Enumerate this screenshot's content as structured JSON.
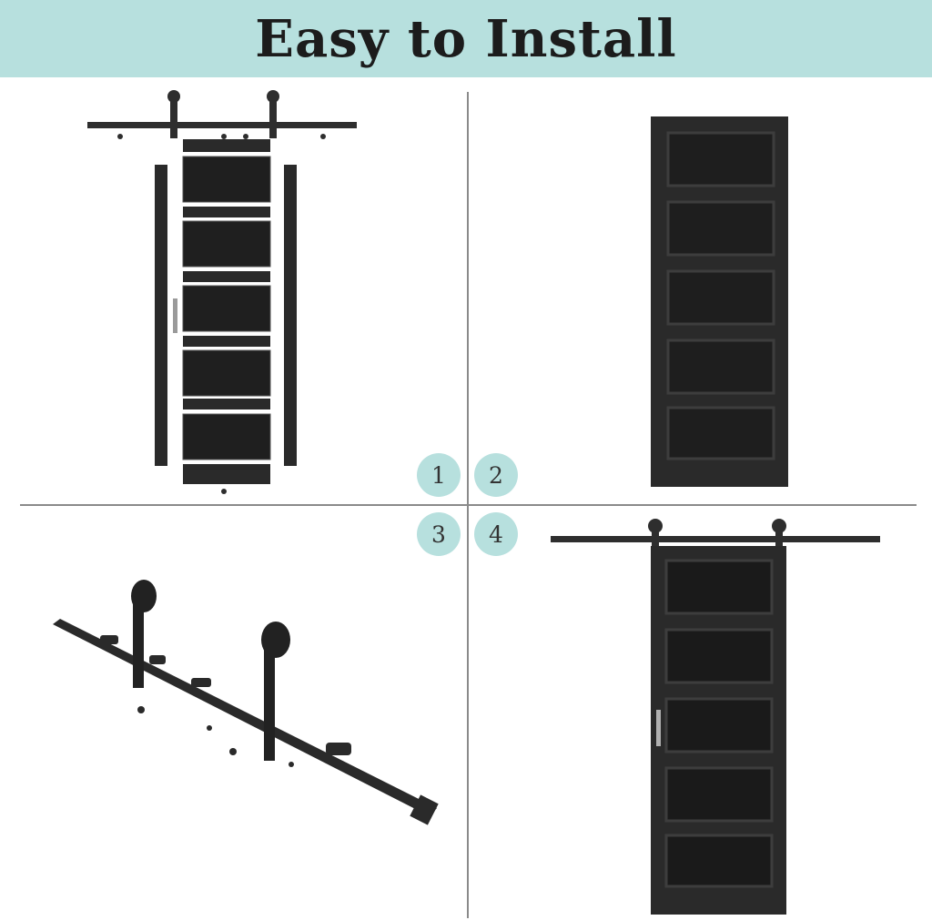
{
  "banner": {
    "title": "Easy to Install"
  },
  "steps": [
    {
      "label": "1",
      "icon": "exploded-door-parts-icon"
    },
    {
      "label": "2",
      "icon": "assembled-door-icon"
    },
    {
      "label": "3",
      "icon": "track-hardware-kit-icon"
    },
    {
      "label": "4",
      "icon": "hung-barn-door-icon"
    }
  ],
  "colors": {
    "banner": "#b7e0de",
    "badge": "#b7e0de",
    "door": "#2a2a2a",
    "divider": "#8a8a8a"
  }
}
